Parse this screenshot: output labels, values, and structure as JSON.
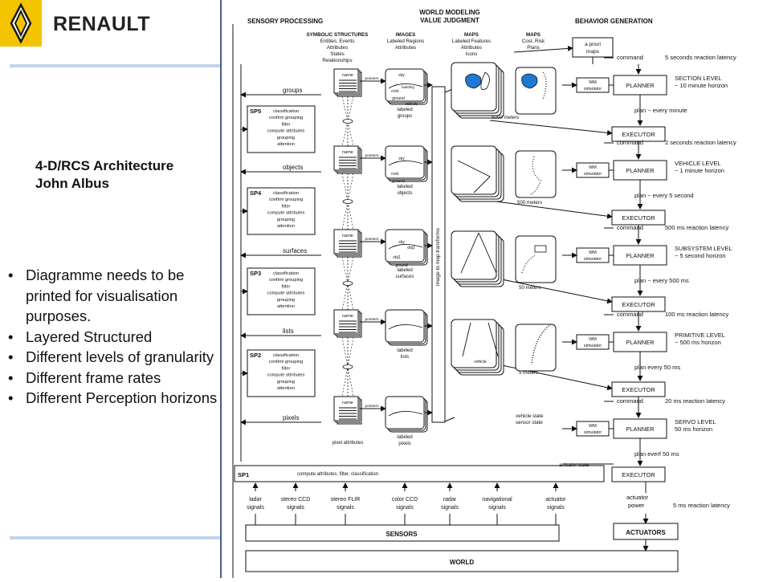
{
  "slide": {
    "brand": "RENAULT",
    "title_line1": "4-D/RCS Architecture",
    "title_line2": "John Albus",
    "bullets": [
      "Diagramme needs to be printed for visualisation purposes.",
      "Layered Structured",
      "Different levels of granularity",
      "Different frame rates",
      "Different Perception horizons"
    ]
  },
  "diagram": {
    "col_sensory": "SENSORY PROCESSING",
    "col_world_1": "WORLD MODELING",
    "col_world_2": "VALUE JUDGMENT",
    "col_behavior": "BEHAVIOR GENERATION",
    "sub_symbolic": [
      "SYMBOLIC STRUCTURES",
      "Entities, Events",
      "Attributes",
      "States",
      "Relationships"
    ],
    "sub_images": [
      "IMAGES",
      "Labeled Regions",
      "Attributes"
    ],
    "sub_maps1": [
      "MAPS",
      "Labeled Features",
      "Attributes",
      "Icons"
    ],
    "sub_maps2": [
      "MAPS",
      "Cost, Risk",
      "Plans"
    ],
    "a_priori": [
      "a priori",
      "maps"
    ],
    "sp_blocks": [
      {
        "id": "SP5",
        "lines": [
          "classification",
          "confirm grouping",
          "filter",
          "compute attributes",
          "grouping",
          "attention"
        ]
      },
      {
        "id": "SP4",
        "lines": [
          "classification",
          "confirm grouping",
          "filter",
          "compute attributes",
          "grouping",
          "attention"
        ]
      },
      {
        "id": "SP3",
        "lines": [
          "classification",
          "confirm grouping",
          "filter",
          "compute attributes",
          "grouping",
          "attention"
        ]
      },
      {
        "id": "SP2",
        "lines": [
          "classification",
          "confirm grouping",
          "filter",
          "compute attributes",
          "grouping",
          "attention"
        ]
      }
    ],
    "sp1": {
      "id": "SP1",
      "text": "compute attributes, filter, classification"
    },
    "flow_labels": [
      "groups",
      "objects",
      "surfaces",
      "lists",
      "pixels"
    ],
    "name_label": "name",
    "pointers_label": "pointers",
    "image_captions": [
      [
        "labeled",
        "groups"
      ],
      [
        "labeled",
        "objects"
      ],
      [
        "labeled",
        "surfaces"
      ],
      [
        "labeled",
        "lists"
      ],
      [
        "labeled",
        "pixels"
      ]
    ],
    "pixel_attributes": "pixel attributes",
    "scene_labels": {
      "sky": "sky",
      "rock": "rock",
      "ground": "ground",
      "vehicle": "vehicle",
      "obj1": "obj1",
      "obj2": "obj2",
      "building": "building"
    },
    "transform_label": "image to map transforms",
    "map_scales": [
      "5000 meters",
      "500 meters",
      "50 meters",
      "5 meters"
    ],
    "map_vehicle": "vehicle",
    "levels": [
      {
        "command": "command",
        "latency": "5 seconds reaction latency",
        "name": "SECTION LEVEL",
        "horizon": "~ 10 minute horizon",
        "plan": "plan ~ every minute"
      },
      {
        "command": "command",
        "latency": "2 seconds reaction latency",
        "name": "VEHICLE LEVEL",
        "horizon": "~ 1 minute horizon",
        "plan": "plan ~ every  5 second"
      },
      {
        "command": "command",
        "latency": "500 ms reaction latency",
        "name": "SUBSYSTEM LEVEL",
        "horizon": "~ 5 second horizon",
        "plan": "plan ~ every 500 ms"
      },
      {
        "command": "command",
        "latency": "100 ms reaction latency",
        "name": "PRIMITIVE LEVEL",
        "horizon": "~ 500 ms horizon",
        "plan": "plan every 50 ms"
      },
      {
        "command": "command",
        "latency": "20 ms reaction latency",
        "name": "SERVO LEVEL",
        "horizon": "50 ms horizon",
        "plan": "plan everf  50 ms"
      }
    ],
    "wm_simulator": [
      "WM",
      "simulator"
    ],
    "planner": "PLANNER",
    "executor": "EXECUTOR",
    "vehicle_state": [
      "vehicle state",
      "sensor state"
    ],
    "actuator_state": "actuator state",
    "actuator_power": [
      "actuator",
      "power"
    ],
    "final_latency": "5 ms reaction latency",
    "signals": [
      [
        "ladar",
        "signals"
      ],
      [
        "stereo CCD",
        "signals"
      ],
      [
        "stereo FLIR",
        "signals"
      ],
      [
        "color CCD",
        "signals"
      ],
      [
        "radar",
        "signals"
      ],
      [
        "navigational",
        "signals"
      ],
      [
        "actuator",
        "signals"
      ]
    ],
    "sensors": "SENSORS",
    "actuators": "ACTUATORS",
    "world": "WORLD"
  }
}
